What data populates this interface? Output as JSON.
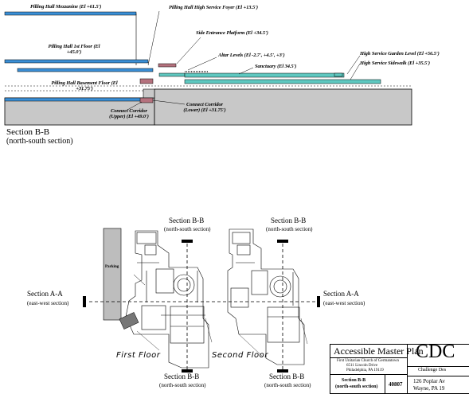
{
  "section_top": {
    "labels": {
      "mezzanine": "Pilling Hall Mezzanine (El +61.5')",
      "pilling_high_foyer": "Pilling Hall High Service Foyer (El +13.5')",
      "side_entrance": "Side Entrance Platform (El +34.5')",
      "pilling_first": "Pilling Hall 1st Floor (El +45.0')",
      "altar_levels": "Altar Levels (El -2.7', +4.5', +3')",
      "high_garden": "High Service Garden Level (El +56.5')",
      "sanctuary": "Sanctuary (El 34.5')",
      "high_sidewalk": "High Service Sidewalk (El +35.5')",
      "pilling_basement": "Pilling Hall Basement Floor (El +31.75')",
      "corridor_upper": "Connect Corridor (Upper) (El +49.0')",
      "corridor_lower": "Connect Corridor (Lower) (El +31.75')"
    },
    "caption_title": "Section B-B",
    "caption_sub": "(north-south section)"
  },
  "plan": {
    "section_bb": "Section B-B",
    "section_bb_sub": "(north-south section)",
    "section_aa": "Section A-A",
    "section_aa_sub": "(east-west section)",
    "parking": "Parking",
    "first_floor": "First Floor",
    "second_floor": "Second Floor"
  },
  "title_block": {
    "title": "Accessible Master Plan",
    "church_name": "First Unitarian Church of Germantown",
    "address_1": "6511 Lincoln Drive",
    "address_2": "Philadelphia, PA 19119",
    "drawing_title_1": "Section B-B",
    "drawing_title_2": "(north-south section)",
    "number": "40807",
    "logo": "CDC",
    "firm": "Challenge Des",
    "firm_address_1": "126 Poplar Av",
    "firm_address_2": "Wayne, PA 19"
  },
  "colors": {
    "blue": "#3a8fd6",
    "teal": "#5ec8c0",
    "mauve": "#b5727e",
    "ground": "#c8c8c8"
  }
}
